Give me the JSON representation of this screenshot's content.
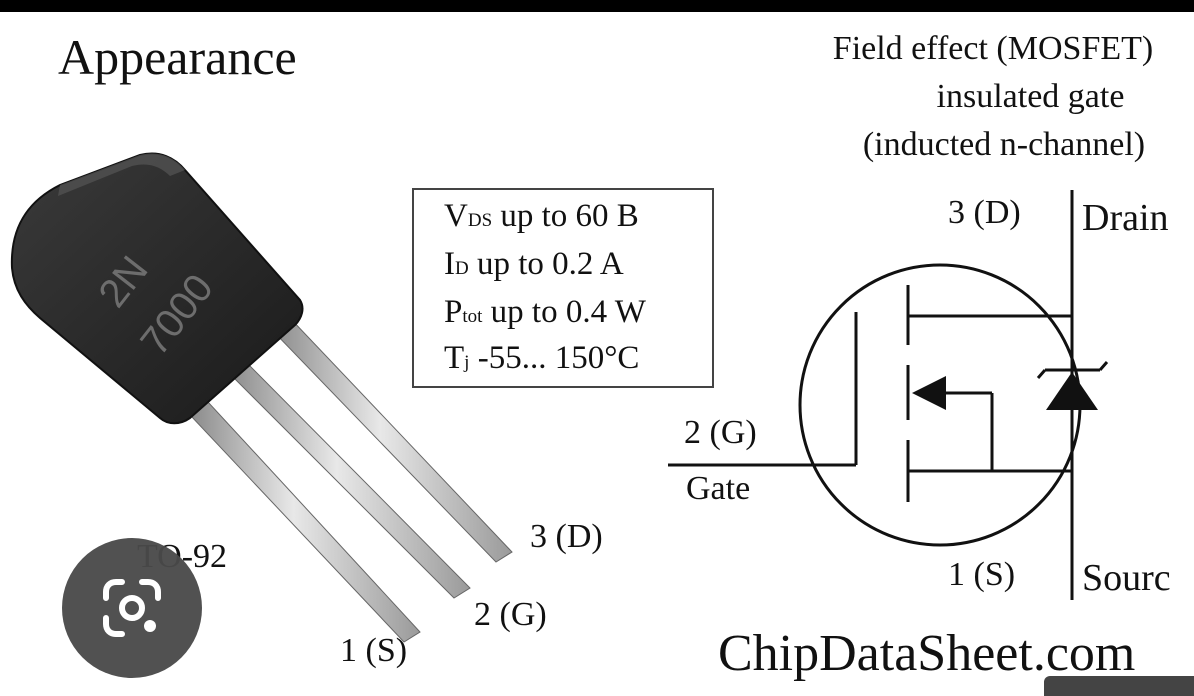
{
  "title": "Appearance",
  "mosfet_description": [
    "Field effect (MOSFET)",
    "insulated gate",
    "(inducted n-channel)"
  ],
  "package": {
    "name": "TO-92",
    "body_marking": [
      "2N",
      "7000"
    ],
    "pins": {
      "drain": "3 (D)",
      "gate": "2 (G)",
      "source": "1 (S)"
    }
  },
  "specs": [
    {
      "symbol": "V",
      "subscript": "DS",
      "value": " up to 60 B"
    },
    {
      "symbol": "I",
      "subscript": "D",
      "value": " up to 0.2 A"
    },
    {
      "symbol": "P",
      "subscript": "tot",
      "value": " up to 0.4 W"
    },
    {
      "symbol": "T",
      "subscript": "j",
      "value": " -55... 150°C"
    }
  ],
  "symbol": {
    "drain_pin": "3 (D)",
    "drain_label": "Drain",
    "gate_pin": "2 (G)",
    "gate_label": "Gate",
    "source_pin": "1 (S)",
    "source_label": "Sourc"
  },
  "watermark": "ChipDataSheet.com",
  "lens_button_icon": "camera-search-icon",
  "colors": {
    "background": "#ffffff",
    "ink": "#111111",
    "lens_button": "#4a4a4a",
    "transistor_body": "#2a2a2a"
  }
}
